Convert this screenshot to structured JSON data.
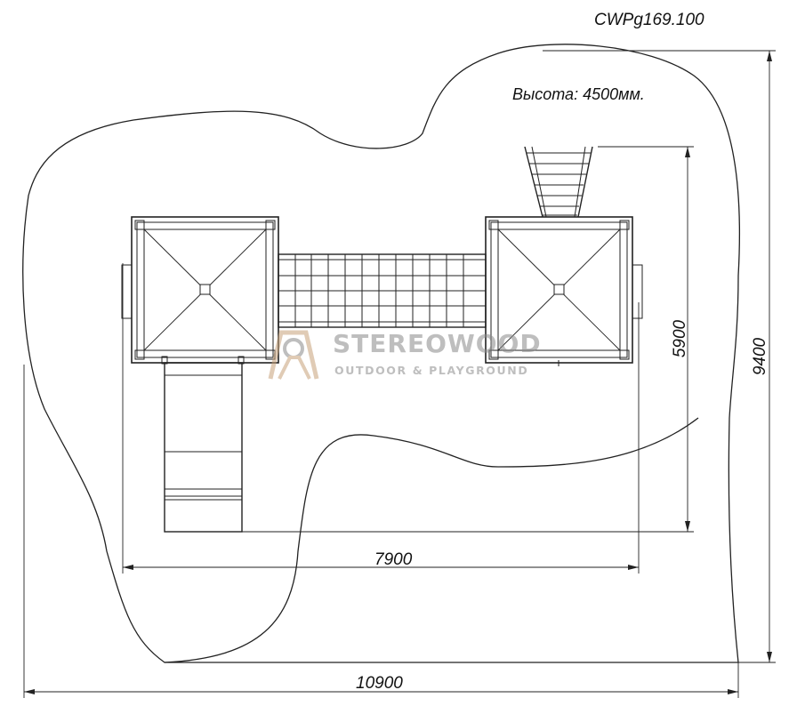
{
  "drawing": {
    "code": "CWPg169.100",
    "height_note": "Высота: 4500мм.",
    "dimensions": {
      "inner_width": "7900",
      "outer_width": "10900",
      "inner_height": "5900",
      "outer_height": "9400"
    }
  },
  "logo": {
    "word": "STEREOWOOD",
    "tagline": "OUTDOOR & PLAYGROUND",
    "colors": {
      "wood": "#c8a27a",
      "gray": "#8a8a8a"
    }
  }
}
